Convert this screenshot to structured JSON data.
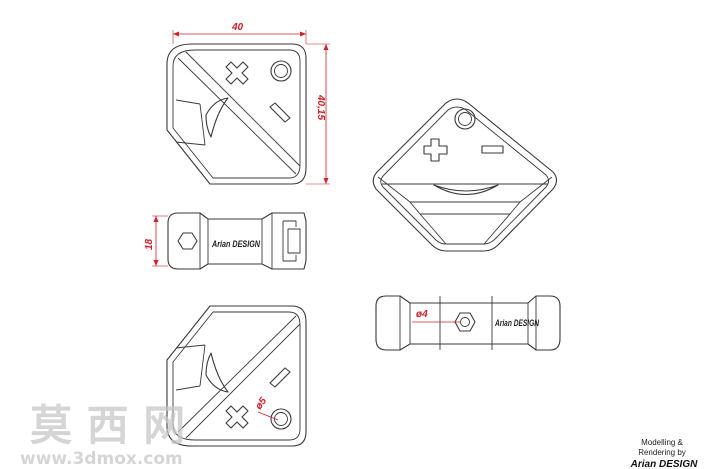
{
  "dimensions": {
    "width_top": "40",
    "height_top": "40,15",
    "side_thickness": "18",
    "hole_diameter": "ø4",
    "eye_diameter": "ø5"
  },
  "brand_label": "Arian DESIGN",
  "credits": {
    "line1": "Modelling &",
    "line2": "Rendering by",
    "line3": "Arian DESIGN"
  },
  "watermark": {
    "chinese": "莫 西 网",
    "url": "www.3dmox.com"
  },
  "colors": {
    "dimension": "#d0202a",
    "outline": "#3a3a3a"
  }
}
